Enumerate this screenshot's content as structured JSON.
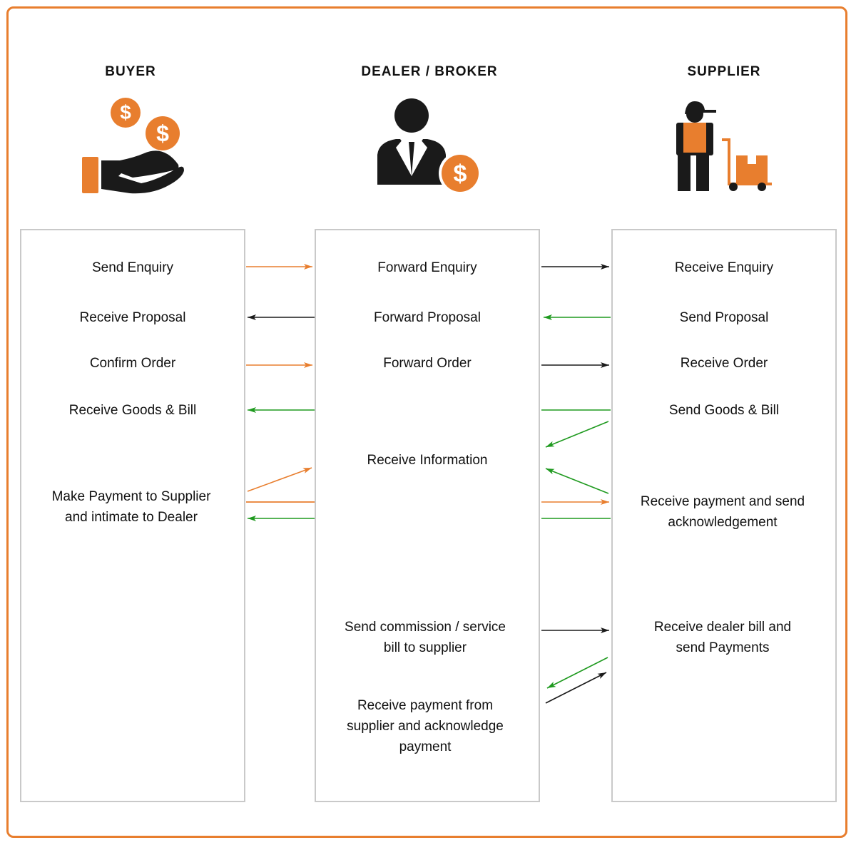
{
  "columns": {
    "buyer": "BUYER",
    "dealer": "DEALER / BROKER",
    "supplier": "SUPPLIER"
  },
  "icons": {
    "buyer": "hand-with-coins-icon",
    "dealer": "businessman-with-dollar-icon",
    "supplier": "delivery-worker-with-cart-icon"
  },
  "colors": {
    "accent_orange": "#e87e2e",
    "arrow_black": "#1a1a1a",
    "arrow_green": "#1f9a1f",
    "panel_border": "#c9c9c9"
  },
  "buyer_steps": {
    "send_enquiry": "Send Enquiry",
    "receive_proposal": "Receive Proposal",
    "confirm_order": "Confirm Order",
    "receive_goods": "Receive Goods & Bill",
    "make_payment_1": "Make Payment to Supplier",
    "make_payment_2": "and intimate to Dealer"
  },
  "dealer_steps": {
    "forward_enquiry": "Forward Enquiry",
    "forward_proposal": "Forward Proposal",
    "forward_order": "Forward Order",
    "receive_information": "Receive Information",
    "send_commission_1": "Send commission / service",
    "send_commission_2": "bill to supplier",
    "receive_payment_1": "Receive payment from",
    "receive_payment_2": "supplier and acknowledge",
    "receive_payment_3": "payment"
  },
  "supplier_steps": {
    "receive_enquiry": "Receive Enquiry",
    "send_proposal": "Send Proposal",
    "receive_order": "Receive Order",
    "send_goods": "Send Goods & Bill",
    "receive_payment_1": "Receive payment and send",
    "receive_payment_2": "acknowledgement",
    "receive_dealer_bill_1": "Receive dealer bill and",
    "receive_dealer_bill_2": "send Payments"
  }
}
